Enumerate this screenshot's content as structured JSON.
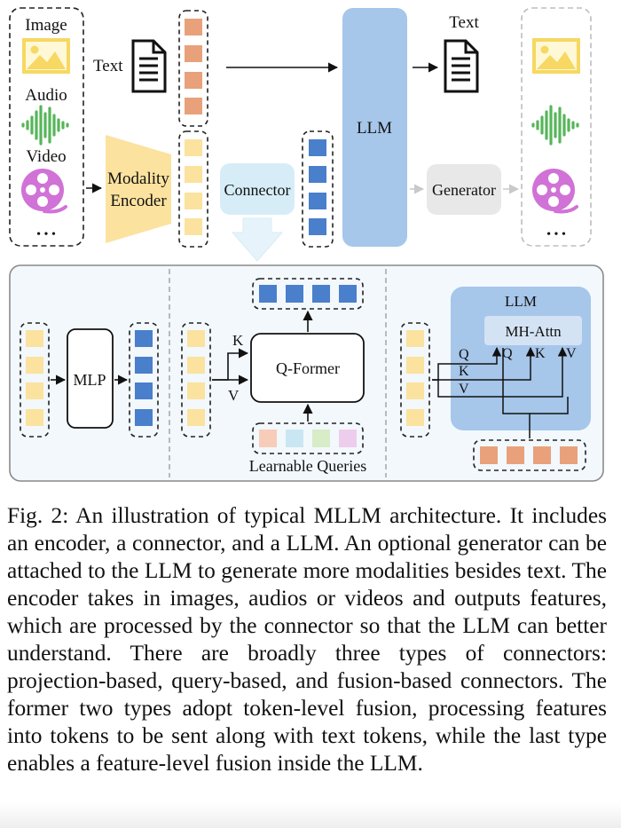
{
  "colors": {
    "text_token": "#e8a17a",
    "feature_token": "#fbe29e",
    "embed_token": "#4a7fcb",
    "llm": "#a6c6ea",
    "connector": "#d6edf8",
    "generator": "#e8e8e8",
    "encoder": "#fbe29e",
    "image_icon": "#f6d862",
    "audio_icon": "#57b55a",
    "video_icon": "#d072d6",
    "query_tokens": [
      "#f7cdb9",
      "#cbe6f3",
      "#d8ecc7",
      "#eecdec"
    ]
  },
  "top": {
    "inputs": {
      "image": "Image",
      "audio": "Audio",
      "video": "Video",
      "more": "• • •"
    },
    "text_in": "Text",
    "text_out": "Text",
    "encoder": {
      "line1": "Modality",
      "line2": "Encoder"
    },
    "connector": "Connector",
    "llm": "LLM",
    "generator": "Generator",
    "outputs_more": "• • •"
  },
  "bottom": {
    "projection": {
      "mlp": "MLP"
    },
    "query": {
      "qformer": "Q-Former",
      "k": "K",
      "v": "V",
      "learnable_queries": "Learnable Queries"
    },
    "fusion": {
      "llm": "LLM",
      "attn": "MH-Attn",
      "q_in": "Q",
      "k_in": "K",
      "v_in": "V",
      "q_out": "Q",
      "k_out": "K",
      "v_out": "V"
    }
  },
  "caption": {
    "label": "Fig. 2:",
    "text": "An illustration of typical MLLM architecture. It includes an encoder, a connector, and a LLM. An optional generator can be attached to the LLM to generate more modalities besides text. The encoder takes in images, audios or videos and outputs features, which are processed by the connector so that the LLM can better understand. There are broadly three types of connectors: projection-based, query-based, and fusion-based connectors. The former two types adopt token-level fusion, processing features into tokens to be sent along with text tokens, while the last type enables a feature-level fusion inside the LLM."
  }
}
